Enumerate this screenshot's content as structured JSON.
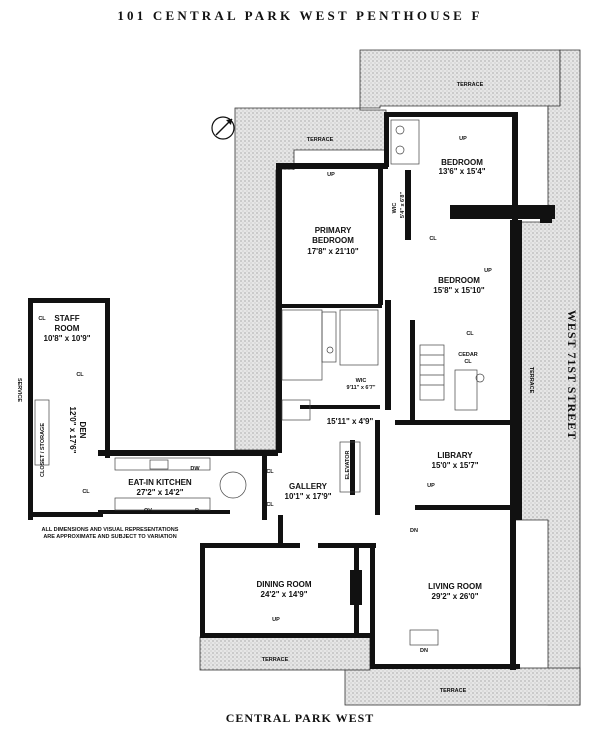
{
  "header": {
    "title": "101 CENTRAL PARK WEST PENTHOUSE F"
  },
  "streets": {
    "east": "WEST 71ST STREET",
    "south": "CENTRAL PARK WEST"
  },
  "disclaimer": {
    "line1": "ALL DIMENSIONS AND VISUAL REPRESENTATIONS",
    "line2": "ARE APPROXIMATE AND SUBJECT TO VARIATION"
  },
  "terraces": {
    "north": "TERRACE",
    "northwest": "TERRACE",
    "east": "TERRACE",
    "south_dining": "TERRACE",
    "south_living": "TERRACE"
  },
  "rooms": {
    "bedroom_ne": {
      "name": "BEDROOM",
      "dims": "13'6\" x 15'4\""
    },
    "primary_bedroom": {
      "name1": "PRIMARY",
      "name2": "BEDROOM",
      "dims": "17'8\" x 21'10\""
    },
    "bedroom_e": {
      "name": "BEDROOM",
      "dims": "15'8\" x 15'10\""
    },
    "staff_room": {
      "name": "STAFF",
      "name2": "ROOM",
      "dims": "10'8\" x 10'9\""
    },
    "den": {
      "name": "DEN",
      "dims": "12'0\" x 17'6\""
    },
    "eat_in_kitchen": {
      "name": "EAT-IN KITCHEN",
      "dims": "27'2\" x 14'2\""
    },
    "gallery": {
      "name": "GALLERY",
      "dims": "10'1\" x 17'9\""
    },
    "hall": {
      "dims": "15'11\" x 4'9\""
    },
    "library": {
      "name": "LIBRARY",
      "dims": "15'0\" x 15'7\""
    },
    "dining_room": {
      "name": "DINING ROOM",
      "dims": "24'2\" x 14'9\""
    },
    "living_room": {
      "name": "LIVING ROOM",
      "dims": "29'2\" x 26'0\""
    }
  },
  "labels": {
    "wic_top": "WIC",
    "wic_top_dims": "5'4\" x 6'8\"",
    "wic_bottom": "WIC",
    "wic_bottom_dims": "9'11\" x 6'7\"",
    "cl": "CL",
    "cedar": "CEDAR",
    "closet": "CLOSET / STORAGE",
    "service": "SERVICE",
    "elevator": "ELEVATOR",
    "up": "UP",
    "dn": "DN",
    "dw": "DW",
    "ov": "OV",
    "r": "R"
  }
}
